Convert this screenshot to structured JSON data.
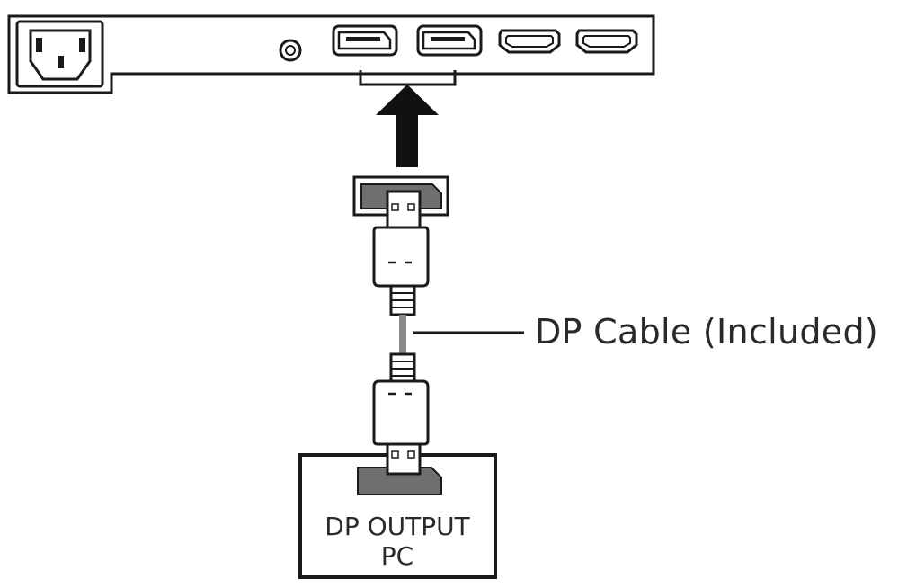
{
  "diagram": {
    "cable_label": "DP Cable (Included)",
    "pc_box": {
      "line1": "DP OUTPUT",
      "line2": "PC"
    }
  },
  "colors": {
    "ink": "#1a1a1a",
    "connector_fill": "#6f6f6f",
    "cable": "#8a8a8a",
    "background": "#ffffff"
  },
  "icons": [
    "ac-power-inlet-icon",
    "audio-jack-icon",
    "displayport-icon",
    "hdmi-icon",
    "up-arrow-icon",
    "displayport-plug-icon"
  ]
}
